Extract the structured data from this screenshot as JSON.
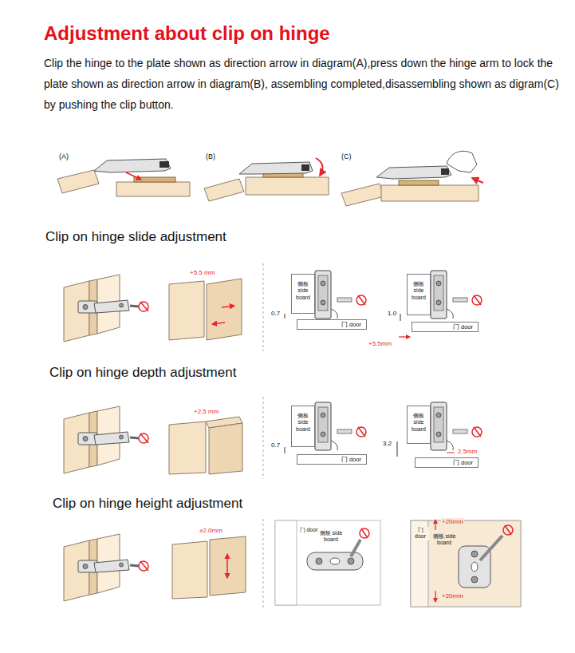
{
  "diagram": {
    "title": "Adjustment about clip on hinge",
    "nodes": [
      {
        "text": [
          "侧板 side board"
        ]
      },
      {
        "text": [
          "门 door"
        ]
      },
      {
        "text": [
          "侧板 side board"
        ]
      },
      {
        "text": [
          "门 door"
        ]
      },
      {
        "text": [
          "侧板 side board"
        ]
      },
      {
        "text": [
          "门 door"
        ]
      },
      {
        "text": [
          "侧板 side board"
        ]
      },
      {
        "text": [
          "门 door"
        ]
      }
    ],
    "labels": [
      "Clip the hinge to the plate shown as direction arrow in diagram(A),press down the hinge arm to lock the plate shown as direction arrow in diagram(B), assembling completed,disassembling shown as digram(C) by pushing the clip button.",
      "(A)",
      "(B)",
      "(C)",
      "Clip on hinge slide adjustment",
      "+5.5 mm",
      "0.7",
      "1.0",
      "+5.5mm",
      "Clip on hinge depth adjustment",
      "+2.5 mm",
      "0.7",
      "3.2",
      "2.5mm",
      "Clip on hinge height adjustment",
      "±2.0mm",
      "门 door",
      "侧板 side board",
      "+20mm",
      "门 door",
      "侧板 side board",
      "+20mm"
    ]
  }
}
